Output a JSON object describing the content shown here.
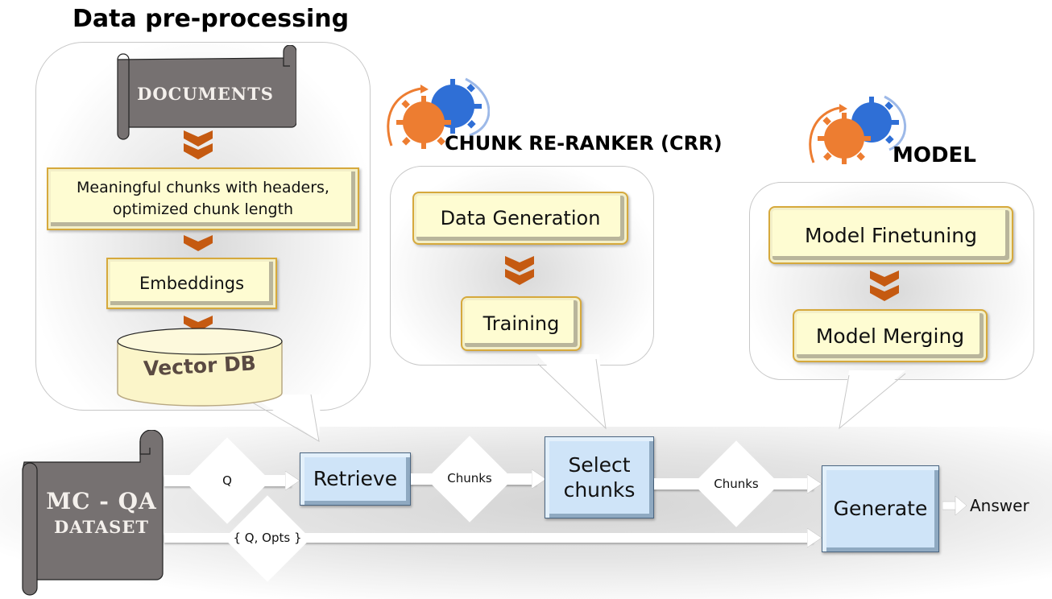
{
  "sections": {
    "preprocessing": {
      "title": "Data pre-processing",
      "documents_label": "DOCUMENTS",
      "steps": [
        "Meaningful chunks with headers,\noptimized chunk length",
        "Embeddings"
      ],
      "step1_line1": "Meaningful chunks with headers,",
      "step1_line2": "optimized chunk length",
      "db_label": "Vector DB"
    },
    "crr": {
      "title": "CHUNK RE-RANKER (CRR)",
      "steps": [
        "Data Generation",
        "Training"
      ]
    },
    "model": {
      "title": "MODEL",
      "steps": [
        "Model Finetuning",
        "Model Merging"
      ]
    }
  },
  "flow": {
    "dataset_line1": "MC - QA",
    "dataset_line2": "DATASET",
    "edge_q": "Q",
    "edge_q_opts": "{ Q, Opts }",
    "edge_chunks_1": "Chunks",
    "edge_chunks_2": "Chunks",
    "retrieve": "Retrieve",
    "select_line1": "Select",
    "select_line2": "chunks",
    "generate": "Generate",
    "answer": "Answer"
  },
  "colors": {
    "chevron": "#c55a11",
    "yellow_box": "#fefcd2",
    "blue_box": "#cfe4f8",
    "scroll": "#767171",
    "gear_orange": "#ed7d31",
    "gear_blue": "#2f6fd6"
  }
}
